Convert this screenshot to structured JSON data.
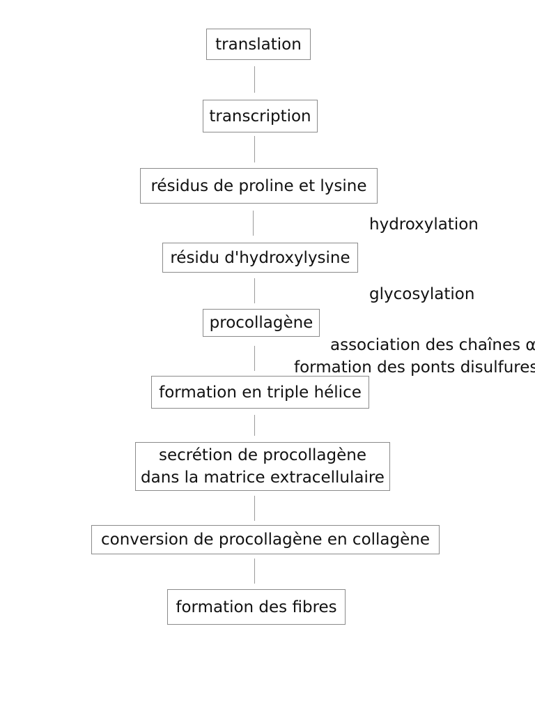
{
  "steps": [
    {
      "id": "translation",
      "lines": [
        "translation"
      ]
    },
    {
      "id": "transcription",
      "lines": [
        "transcription"
      ]
    },
    {
      "id": "residus",
      "lines": [
        "résidus de proline et lysine"
      ]
    },
    {
      "id": "hydroxylysine",
      "lines": [
        "résidu d'hydroxylysine"
      ]
    },
    {
      "id": "procollagene",
      "lines": [
        "procollagène"
      ]
    },
    {
      "id": "triple-helice",
      "lines": [
        "formation en triple hélice"
      ]
    },
    {
      "id": "secretion",
      "lines": [
        "secrétion de procollagène",
        "dans la matrice extracellulaire"
      ]
    },
    {
      "id": "conversion",
      "lines": [
        "conversion de procollagène en collagène"
      ]
    },
    {
      "id": "fibres",
      "lines": [
        "formation des fibres"
      ]
    }
  ],
  "side_labels": {
    "hydroxylation": "hydroxylation",
    "glycosylation": "glycosylation",
    "association": "association des chaînes α",
    "disulfure": "formation des ponts disulfures"
  }
}
